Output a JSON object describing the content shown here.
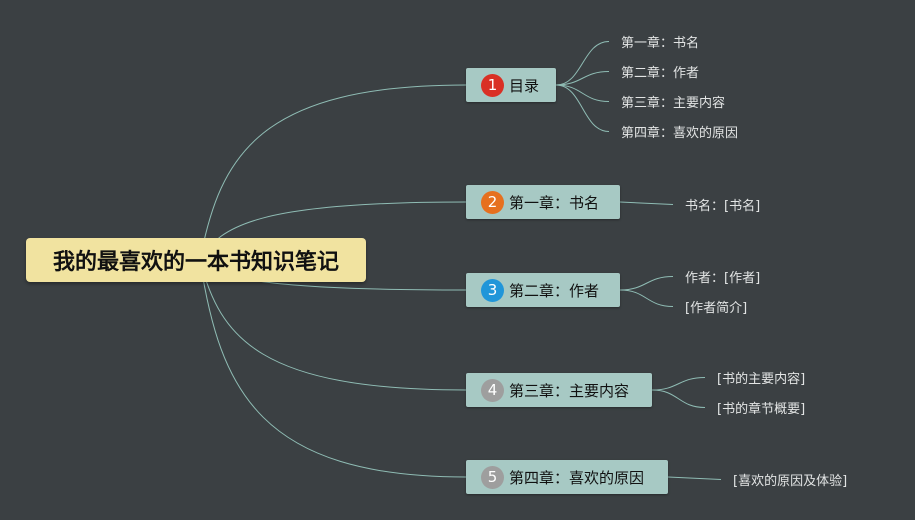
{
  "root": {
    "label": "我的最喜欢的一本书知识笔记"
  },
  "colors": {
    "background": "#3b4043",
    "root_fill": "#f1e3a0",
    "branch_fill": "#a7c9c4",
    "connector": "#8fbcb4",
    "leaf_text": "#e2e4e4"
  },
  "branches": [
    {
      "number": "1",
      "label": "目录",
      "badge_color": "#d93025",
      "children": [
        "第一章：书名",
        "第二章：作者",
        "第三章：主要内容",
        "第四章：喜欢的原因"
      ]
    },
    {
      "number": "2",
      "label": "第一章：书名",
      "badge_color": "#e6701f",
      "children": [
        "书名：[书名]"
      ]
    },
    {
      "number": "3",
      "label": "第二章：作者",
      "badge_color": "#2196d9",
      "children": [
        "作者：[作者]",
        "[作者简介]"
      ]
    },
    {
      "number": "4",
      "label": "第三章：主要内容",
      "badge_color": "#9e9e9e",
      "children": [
        "[书的主要内容]",
        "[书的章节概要]"
      ]
    },
    {
      "number": "5",
      "label": "第四章：喜欢的原因",
      "badge_color": "#9e9e9e",
      "children": [
        "[喜欢的原因及体验]"
      ]
    }
  ]
}
